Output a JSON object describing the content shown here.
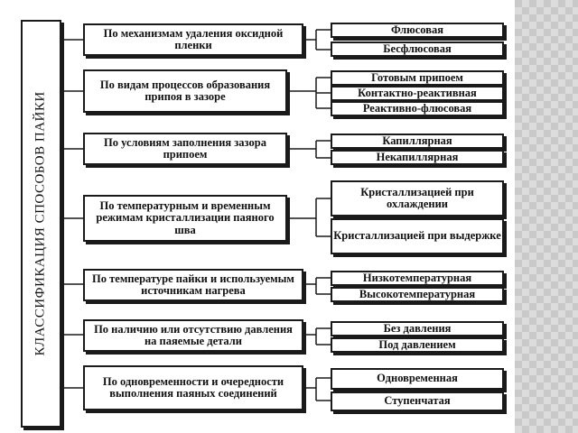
{
  "title": "КЛАССИФИКАЦИЯ СПОСОБОВ ПАЙКИ",
  "groups": [
    {
      "criterion": "По механизмам удаления оксидной пленки",
      "categories": [
        "Флюсовая",
        "Бесфлюсовая"
      ]
    },
    {
      "criterion": "По видам процессов образования припоя в зазоре",
      "categories": [
        "Готовым припоем",
        "Контактно-реактивная",
        "Реактивно-флюсовая"
      ]
    },
    {
      "criterion": "По условиям заполнения зазора припоем",
      "categories": [
        "Капиллярная",
        "Некапиллярная"
      ]
    },
    {
      "criterion": "По температурным и временным режимам кристаллизации паяного шва",
      "categories": [
        "Кристаллизацией при охлаждении",
        "Кристаллизацией при выдержке"
      ]
    },
    {
      "criterion": "По температуре пайки и используемым источникам нагрева",
      "categories": [
        "Низкотемпературная",
        "Высокотемпературная"
      ]
    },
    {
      "criterion": "По наличию или отсутствию давления на паяемые детали",
      "categories": [
        "Без давления",
        "Под давлением"
      ]
    },
    {
      "criterion": "По одновременности и очередности выполнения паяных соединений",
      "categories": [
        "Одновременная",
        "Ступенчатая"
      ]
    }
  ]
}
